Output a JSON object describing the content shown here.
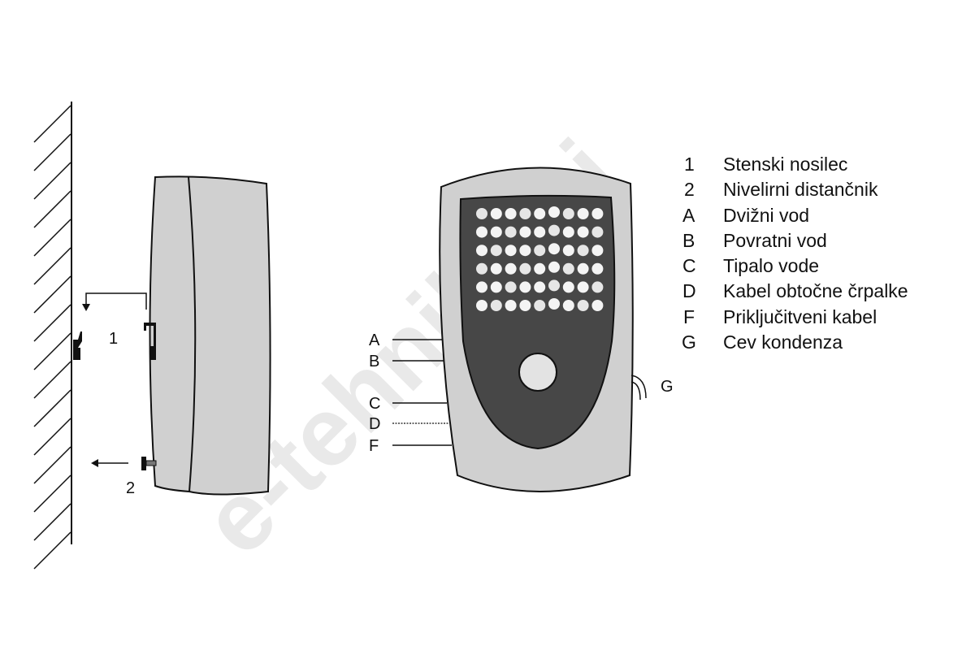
{
  "watermark": "e-tehnika.si",
  "side_view": {
    "callout_1": "1",
    "callout_2": "2"
  },
  "front_view": {
    "connection_labels": [
      "A",
      "B",
      "C",
      "D",
      "F"
    ],
    "condensate_label": "G"
  },
  "legend": [
    {
      "key": "1",
      "text": "Stenski nosilec"
    },
    {
      "key": "2",
      "text": "Nivelirni distančnik"
    },
    {
      "key": "A",
      "text": "Dvižni vod"
    },
    {
      "key": "B",
      "text": "Povratni vod"
    },
    {
      "key": "C",
      "text": "Tipalo vode"
    },
    {
      "key": "D",
      "text": "Kabel obtočne črpalke"
    },
    {
      "key": "F",
      "text": "Priključitveni kabel"
    },
    {
      "key": "G",
      "text": "Cev kondenza"
    }
  ],
  "colors": {
    "housing": "#d0d0d0",
    "panel": "#474747",
    "dot": "#f4f4f4"
  }
}
